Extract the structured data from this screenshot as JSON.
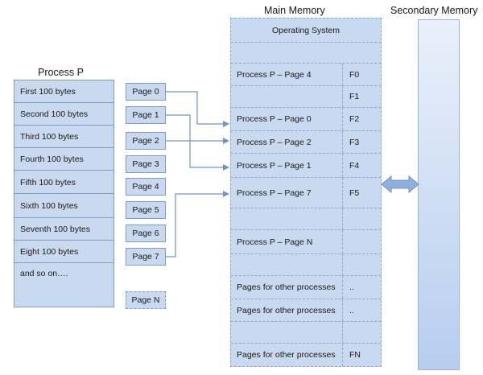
{
  "titles": {
    "process": "Process P",
    "main_memory": "Main Memory",
    "secondary_memory": "Secondary Memory"
  },
  "process_rows": [
    "First 100 bytes",
    "Second 100 bytes",
    "Third 100 bytes",
    "Fourth 100 bytes",
    "Fifth 100 bytes",
    "Sixth 100 bytes",
    "Seventh 100 bytes",
    "Eight 100 bytes",
    "and so on…."
  ],
  "pages": [
    "Page 0",
    "Page 1",
    "Page 2",
    "Page 3",
    "Page 4",
    "Page 5",
    "Page 6",
    "Page 7",
    "Page N"
  ],
  "main_memory": {
    "os_label": "Operating System",
    "frames": [
      {
        "content": "Process P – Page 4",
        "frame": "F0"
      },
      {
        "content": "",
        "frame": "F1"
      },
      {
        "content": "Process P – Page 0",
        "frame": "F2"
      },
      {
        "content": "Process P – Page 2",
        "frame": "F3"
      },
      {
        "content": "Process P – Page 1",
        "frame": "F4"
      },
      {
        "content": "Process P – Page 7",
        "frame": "F5"
      },
      {
        "content": "",
        "frame": ""
      },
      {
        "content": "Process P – Page N",
        "frame": ""
      },
      {
        "content": "",
        "frame": ""
      },
      {
        "content": "Pages for other processes",
        "frame": ".."
      },
      {
        "content": "Pages for other processes",
        "frame": ".."
      },
      {
        "content": "",
        "frame": ""
      },
      {
        "content": "Pages for other processes",
        "frame": "FN"
      }
    ]
  },
  "mapping": [
    {
      "page": "Page 0",
      "frame": "F2"
    },
    {
      "page": "Page 1",
      "frame": "F4"
    },
    {
      "page": "Page 2",
      "frame": "F3"
    },
    {
      "page": "Page 7",
      "frame": "F5"
    }
  ],
  "colors": {
    "box_fill": "#c9d9ef",
    "box_border": "#7e9cc2",
    "arrow": "#6f93c4"
  }
}
